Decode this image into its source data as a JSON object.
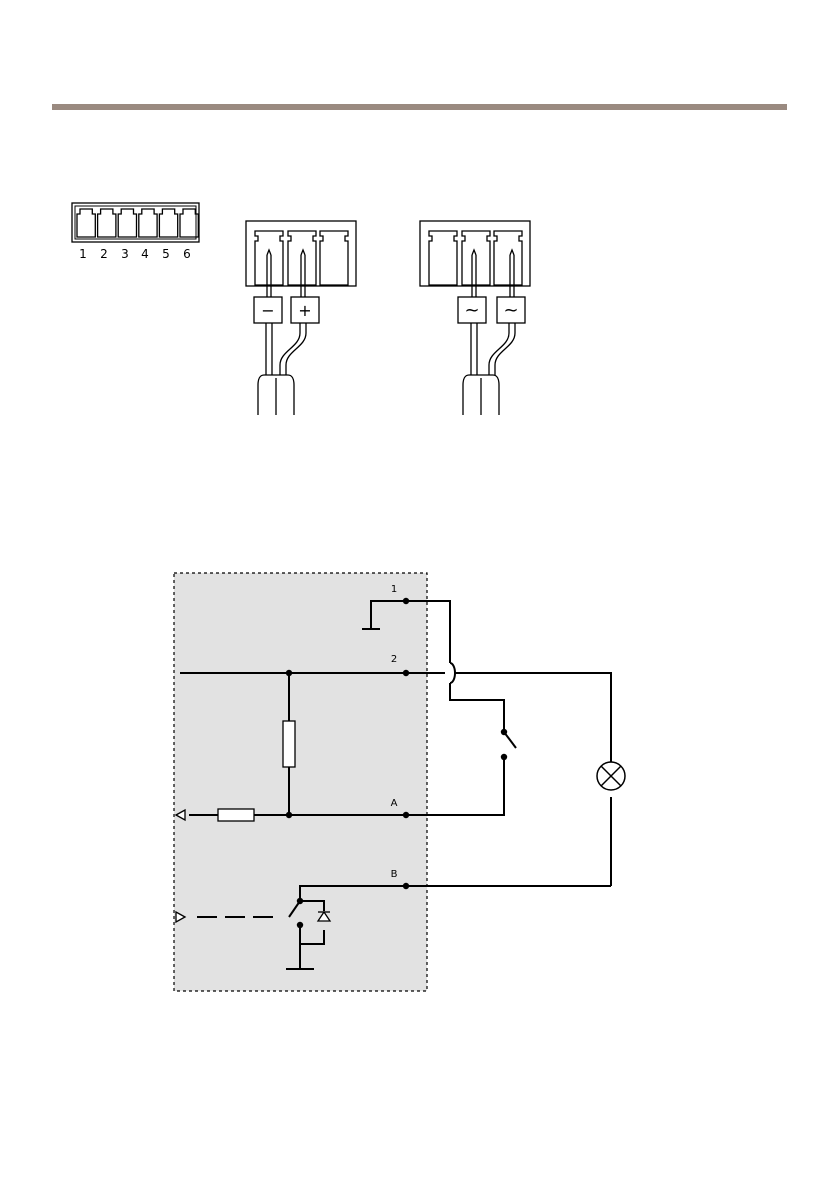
{
  "colors": {
    "rule": "#9a8a80",
    "panel": "#e2e2e2",
    "line": "#000000"
  },
  "connector6": {
    "pins": [
      "1",
      "2",
      "3",
      "4",
      "5",
      "6"
    ]
  },
  "dc_connector": {
    "terminals": [
      "−",
      "+"
    ]
  },
  "ac_connector": {
    "terminals": [
      "~",
      "~"
    ]
  },
  "circuit": {
    "pins": [
      "1",
      "2",
      "A",
      "B"
    ]
  },
  "icons": [
    "terminal-block-icon",
    "lamp-icon",
    "switch-icon",
    "diode-icon",
    "resistor-icon",
    "ground-icon"
  ]
}
